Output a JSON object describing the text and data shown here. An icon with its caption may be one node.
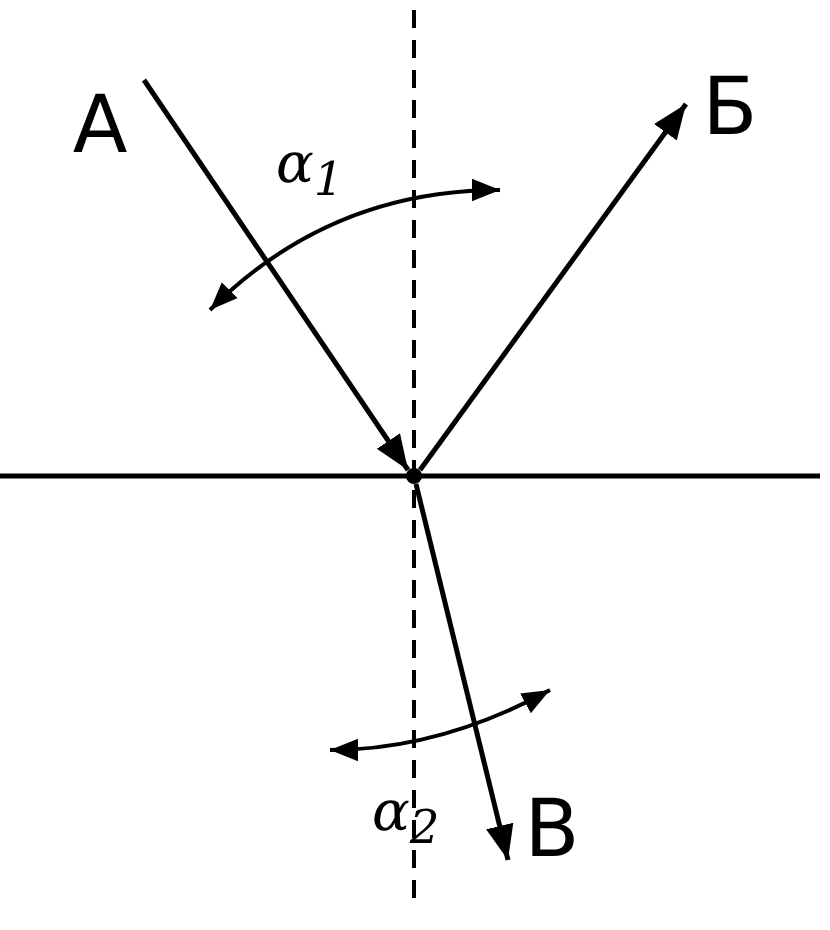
{
  "diagram": {
    "nodes": [
      {
        "text": [
          "А"
        ]
      },
      {
        "text": [
          "Б"
        ]
      },
      {
        "text": [
          "В"
        ]
      },
      {
        "text": [],
        "shape": "circle"
      }
    ],
    "edges": [
      {
        "from": 0,
        "to": 3,
        "arrow": "to"
      },
      {
        "from": 3,
        "to": 1,
        "arrow": "to"
      },
      {
        "from": 3,
        "to": 2,
        "arrow": "to"
      }
    ],
    "labels": [
      "α$_{1}$",
      "α$_{2}$"
    ]
  }
}
